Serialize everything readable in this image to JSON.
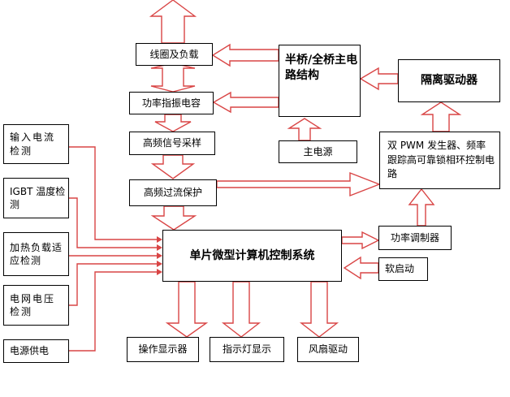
{
  "colors": {
    "arrow": "#d94545",
    "border": "#000000",
    "background": "#ffffff"
  },
  "boxes": {
    "coil_load": "线圈及负载",
    "half_full_bridge": "半桥/全桥主电路结构",
    "isolation_driver": "隔离驱动器",
    "power_factor_cap": "功率指振电容",
    "hf_signal_sampling": "高频信号采样",
    "main_power": "主电源",
    "dual_pwm": "双 PWM 发生器、频率跟踪高可靠锁相环控制电路",
    "hf_overcurrent": "高频过流保护",
    "input_current": "输入电流检测",
    "igbt_temp": "IGBT 温度检测",
    "load_adapt": "加热负载适应检测",
    "grid_voltage": "电网电压检测",
    "power_supply": "电源供电",
    "mcu": "单片微型计算机控制系统",
    "power_regulator": "功率调制器",
    "soft_start": "软启动",
    "display": "操作显示器",
    "indicator": "指示灯显示",
    "fan_drive": "风扇驱动"
  }
}
